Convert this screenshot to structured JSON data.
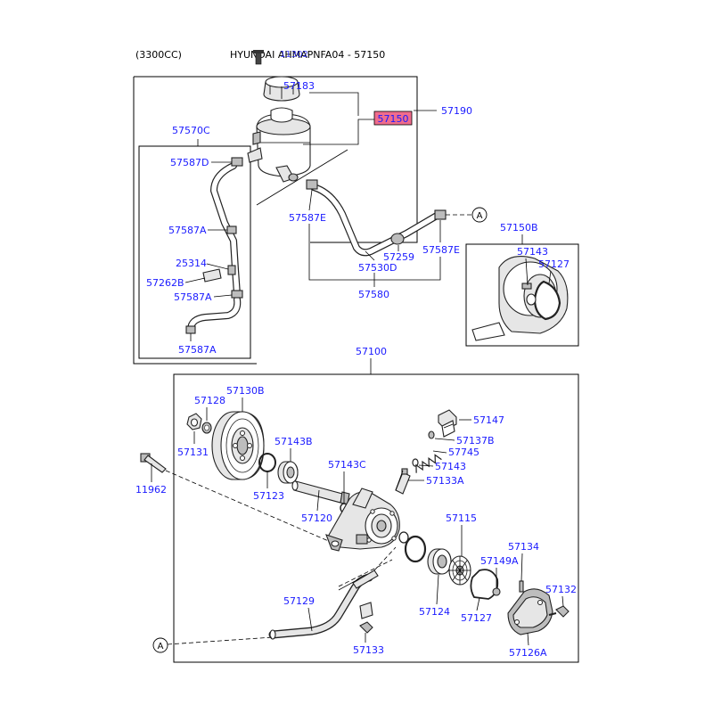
{
  "header": {
    "engine": "(3300CC)",
    "model": "HYUNDAI AHMAPNFA04 - 57150",
    "overlay_part": "11302"
  },
  "highlight_color": "#f06c8c",
  "label_color": "#1a1aff",
  "callouts": {
    "p57183": "57183",
    "p57150": "57150",
    "p57190": "57190",
    "p57570C": "57570C",
    "p57587D": "57587D",
    "p57587A_1": "57587A",
    "p25314": "25314",
    "p57262B": "57262B",
    "p57587A_2": "57587A",
    "p57587A_3": "57587A",
    "p57587E_1": "57587E",
    "p57259": "57259",
    "p57587E_2": "57587E",
    "p57530D": "57530D",
    "p57580": "57580",
    "p57150B": "57150B",
    "p57143_top": "57143",
    "p57127_top": "57127",
    "p57100": "57100",
    "p57128": "57128",
    "p57130B": "57130B",
    "p57131": "57131",
    "p11962": "11962",
    "p57143B": "57143B",
    "p57123": "57123",
    "p57143C": "57143C",
    "p57120": "57120",
    "p57147": "57147",
    "p57137B": "57137B",
    "p57745": "57745",
    "p57143": "57143",
    "p57133A": "57133A",
    "p57115": "57115",
    "p57134": "57134",
    "p57149A": "57149A",
    "p57132": "57132",
    "p57129": "57129",
    "p57124": "57124",
    "p57127": "57127",
    "p57133": "57133",
    "p57126A": "57126A"
  },
  "markers": {
    "a_top": "A",
    "a_bottom": "A"
  }
}
